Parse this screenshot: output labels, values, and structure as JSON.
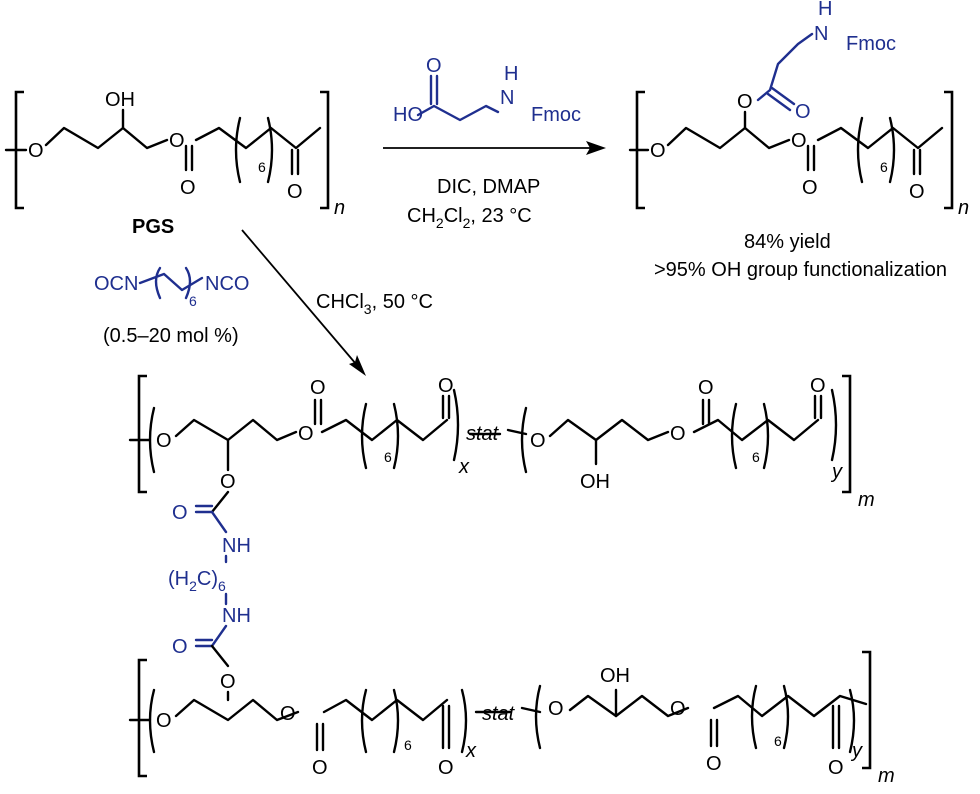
{
  "polymer_name": "PGS",
  "repeat_n": "n",
  "repeat_m": "m",
  "sub_x": "x",
  "sub_y": "y",
  "stat_label": "stat",
  "chain_count": "6",
  "atoms": {
    "O": "O",
    "OH": "OH",
    "H": "H",
    "N": "N",
    "NH": "NH",
    "HO": "HO",
    "Fmoc": "Fmoc"
  },
  "reaction_top": {
    "reagent_line1": "DIC, DMAP",
    "solvent_main": "CH",
    "solvent_sub1": "2",
    "solvent_mid": "Cl",
    "solvent_sub2": "2",
    "solvent_rest": ", 23 °C",
    "yield": "84% yield",
    "functionalization": ">95% OH group functionalization"
  },
  "reaction_bottom": {
    "solvent_main": "CHCl",
    "solvent_sub": "3",
    "solvent_rest": ", 50 °C",
    "diisocyanate_left": "OCN",
    "diisocyanate_right": "NCO",
    "loading": "(0.5–20 mol %)"
  },
  "linker": {
    "open": "(H",
    "sub2": "2",
    "close": "C)",
    "count": "6"
  },
  "colors": {
    "reagent": "#1f2f8f",
    "structure": "#000000"
  }
}
